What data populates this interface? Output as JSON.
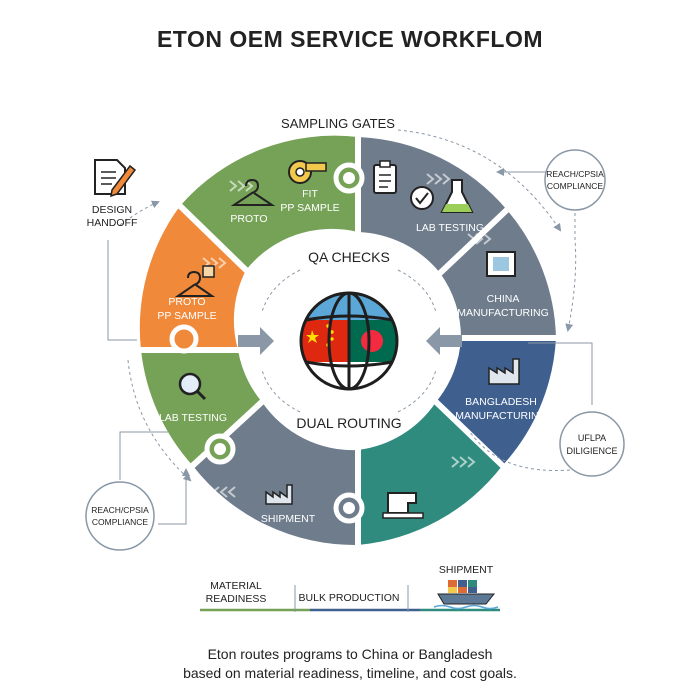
{
  "title": "ETON OEM SERVICE WORKFLOM",
  "center": {
    "top_label": "QA CHECKS",
    "bottom_label": "DUAL ROUTING"
  },
  "top_gate_label": "SAMPLING GATES",
  "segments": {
    "fit_pp_sample": {
      "line1": "FIT",
      "line2": "PP SAMPLE",
      "color": "#76a257"
    },
    "proto": {
      "line1": "PROTO",
      "color": "#76a257"
    },
    "lab_testing_right": {
      "line1": "LAB TESTING",
      "color": "#6e7c8c"
    },
    "china_manufacturing": {
      "line1": "CHINA",
      "line2": "MANUFACTURING",
      "color": "#6e7c8c"
    },
    "bangladesh_manufacturing": {
      "line1": "BANGLADESH",
      "line2": "MANUFACTURING",
      "color": "#3f5f8f"
    },
    "bulk_production": {
      "color": "#2e8b7d"
    },
    "shipment": {
      "line1": "SHIPMENT",
      "color": "#6e7c8c"
    },
    "lab_testing_left": {
      "line1": "LAB TESTING",
      "color": "#76a257"
    },
    "proto_pp_sample": {
      "line1": "PROTO",
      "line2": "PP SAMPLE",
      "color": "#f0893a"
    }
  },
  "outer": {
    "design_handoff": {
      "line1": "DESIGN",
      "line2": "HANDOFF"
    },
    "reach_top": {
      "line1": "REACH/CPSIA",
      "line2": "COMPLIANCE"
    },
    "reach_bottom": {
      "line1": "REACH/CPSIA",
      "line2": "COMPLIANCE"
    },
    "uflpa": {
      "line1": "UFLPA",
      "line2": "DILIGIENCE"
    }
  },
  "timeline": {
    "material_readiness": {
      "line1": "MATERIAL",
      "line2": "READINESS"
    },
    "bulk_production": "BULK PRODUCTION",
    "shipment": "SHIPMENT"
  },
  "caption": {
    "line1": "Eton routes programs to China or Bangladesh",
    "line2": "based on material readiness, timeline, and cost goals."
  },
  "colors": {
    "green": "#76a257",
    "orange": "#f0893a",
    "slate": "#6e7c8c",
    "navy": "#3f5f8f",
    "teal": "#2e8b7d",
    "china_red": "#de2910",
    "bangladesh_green": "#006a4e",
    "globe_blue": "#5aa7d8"
  }
}
